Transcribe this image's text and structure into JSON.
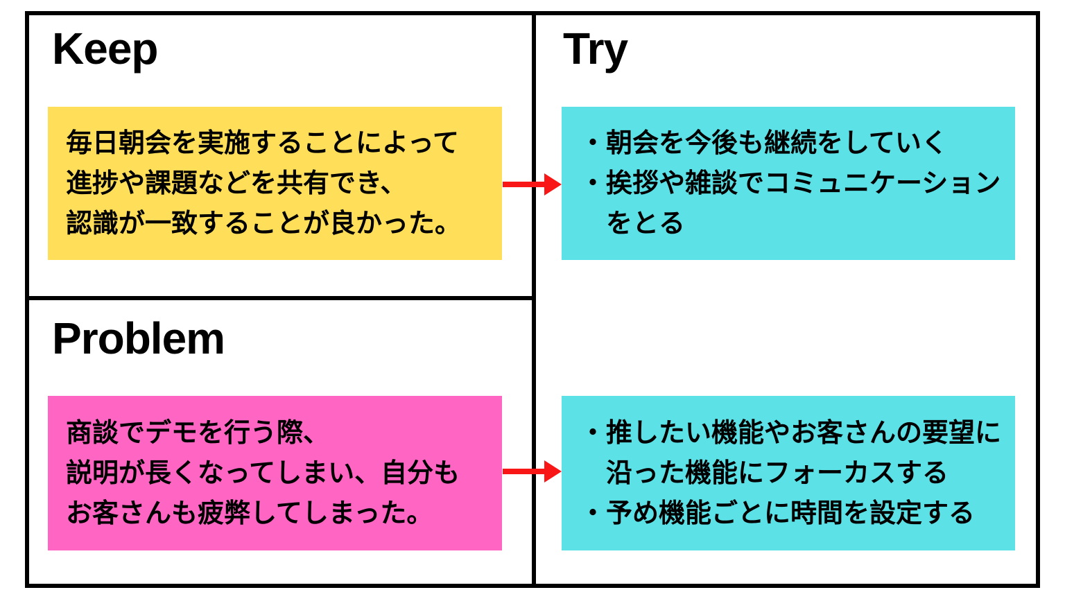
{
  "colors": {
    "keep_note": "#FFDE59",
    "problem_note": "#FF66C4",
    "try_note": "#5CE1E6",
    "arrow": "#F81616",
    "frame": "#000000",
    "background": "#FFFFFF",
    "text": "#000000"
  },
  "keep": {
    "title": "Keep",
    "note_lines": [
      "毎日朝会を実施することによって",
      "進捗や課題などを共有でき、",
      "認識が一致することが良かった。"
    ]
  },
  "problem": {
    "title": "Problem",
    "note_lines": [
      "商談でデモを行う際、",
      "説明が長くなってしまい、自分も",
      "お客さんも疲弊してしまった。"
    ]
  },
  "try": {
    "title": "Try",
    "top_note_lines": [
      "・朝会を今後も継続をしていく",
      "・挨拶や雑談でコミュニケーション",
      "　をとる"
    ],
    "bottom_note_lines": [
      "・推したい機能やお客さんの要望に",
      "　沿った機能にフォーカスする",
      "・予め機能ごとに時間を設定する"
    ]
  },
  "icons": {
    "keep_to_try_arrow": "red-arrow-right",
    "problem_to_try_arrow": "red-arrow-right"
  }
}
